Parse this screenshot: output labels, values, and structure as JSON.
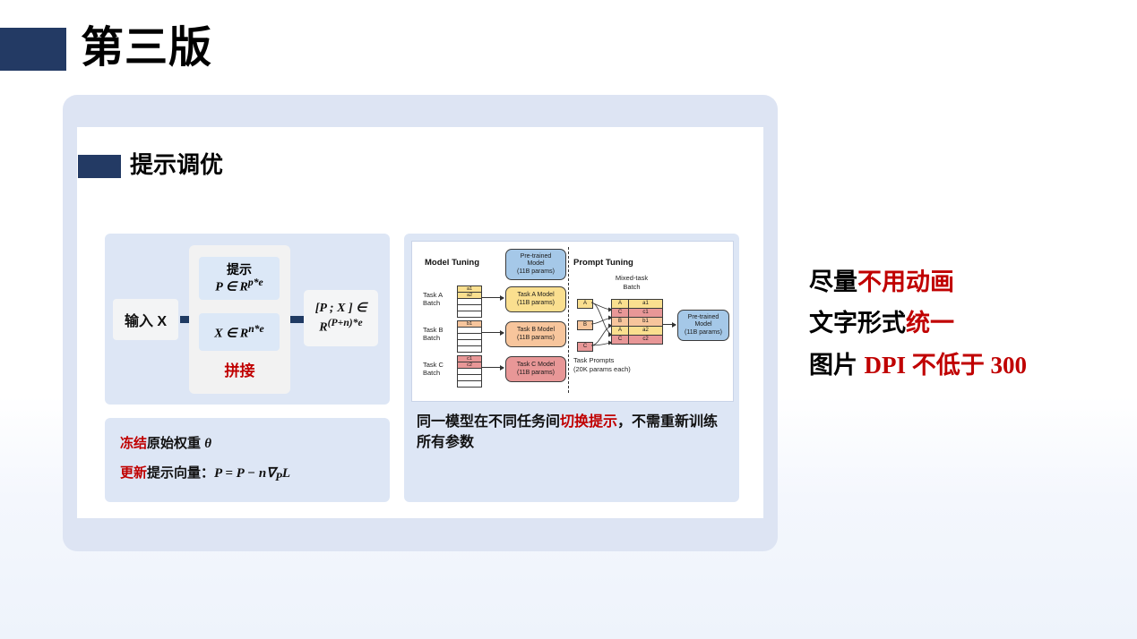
{
  "header": {
    "title": "第三版",
    "accent_color": "#233a64"
  },
  "section": {
    "title": "提示调优",
    "accent_color": "#233a64"
  },
  "left_diagram": {
    "input_label": "输入 X",
    "prompt_box": {
      "label": "提示",
      "formula": "P ∈ R^(p*e)"
    },
    "x_box": {
      "formula": "X ∈ R^(n*e)"
    },
    "concat_label": "拼接",
    "concat_label_color": "#c00000",
    "output_box": {
      "line1": "[P ; X ] ∈",
      "line2": "R^((P+n)*e)"
    },
    "arrow_color": "#1f3a63"
  },
  "left_note": {
    "line1_red": "冻结",
    "line1_rest": "原始权重 θ",
    "line2_red": "更新",
    "line2_rest": "提示向量：P = P − n∇_P L",
    "red_color": "#c00000"
  },
  "right_figure": {
    "model_tuning": {
      "heading": "Model Tuning",
      "pretrained": [
        "Pre-trained",
        "Model",
        "(11B params)"
      ],
      "rows": [
        {
          "batch_label": [
            "Task A",
            "Batch"
          ],
          "model": [
            "Task A Model",
            "(11B params)"
          ],
          "cells": [
            "a1",
            "a2",
            "",
            "",
            ""
          ],
          "color": "#fadf8f"
        },
        {
          "batch_label": [
            "Task B",
            "Batch"
          ],
          "model": [
            "Task B Model",
            "(11B params)"
          ],
          "cells": [
            "b1",
            "",
            "",
            "",
            ""
          ],
          "color": "#f7c59c"
        },
        {
          "batch_label": [
            "Task C",
            "Batch"
          ],
          "model": [
            "Task C Model",
            "(11B params)"
          ],
          "cells": [
            "c1",
            "c2",
            "",
            "",
            ""
          ],
          "color": "#e89797"
        }
      ]
    },
    "prompt_tuning": {
      "heading": "Prompt Tuning",
      "mixed_batch_label": "Mixed-task Batch",
      "prompt_chips": [
        {
          "label": "A",
          "color": "#fadf8f"
        },
        {
          "label": "B",
          "color": "#f7c59c"
        },
        {
          "label": "C",
          "color": "#e89797"
        }
      ],
      "batch_rows": [
        {
          "key": "A",
          "value": "a1",
          "color": "#fadf8f"
        },
        {
          "key": "C",
          "value": "c1",
          "color": "#e89797"
        },
        {
          "key": "B",
          "value": "b1",
          "color": "#f7c59c"
        },
        {
          "key": "A",
          "value": "a2",
          "color": "#fadf8f"
        },
        {
          "key": "C",
          "value": "c2",
          "color": "#e89797"
        }
      ],
      "task_prompts_label": "Task Prompts\n(20K params each)",
      "task_prompts_line1": "Task Prompts",
      "task_prompts_line2": "(20K params each)",
      "pretrained": [
        "Pre-trained",
        "Model",
        "(11B params)"
      ]
    },
    "caption_part1": "同一模型在不同任务间",
    "caption_red": "切换提示",
    "caption_part2": "，不需重新训练所有参数"
  },
  "side_notes": [
    {
      "black": "尽量",
      "red": "不用动画",
      "serif_red": ""
    },
    {
      "black": "文字形式",
      "red": "统一",
      "serif_red": ""
    },
    {
      "black": "图片 ",
      "red": "",
      "serif_red": "DPI 不低于 300"
    }
  ],
  "colors": {
    "navy": "#233a64",
    "red": "#c00000",
    "panel_blue": "#dde4f3",
    "box_blue": "#dde6f5",
    "page_bg": "#ffffff"
  }
}
